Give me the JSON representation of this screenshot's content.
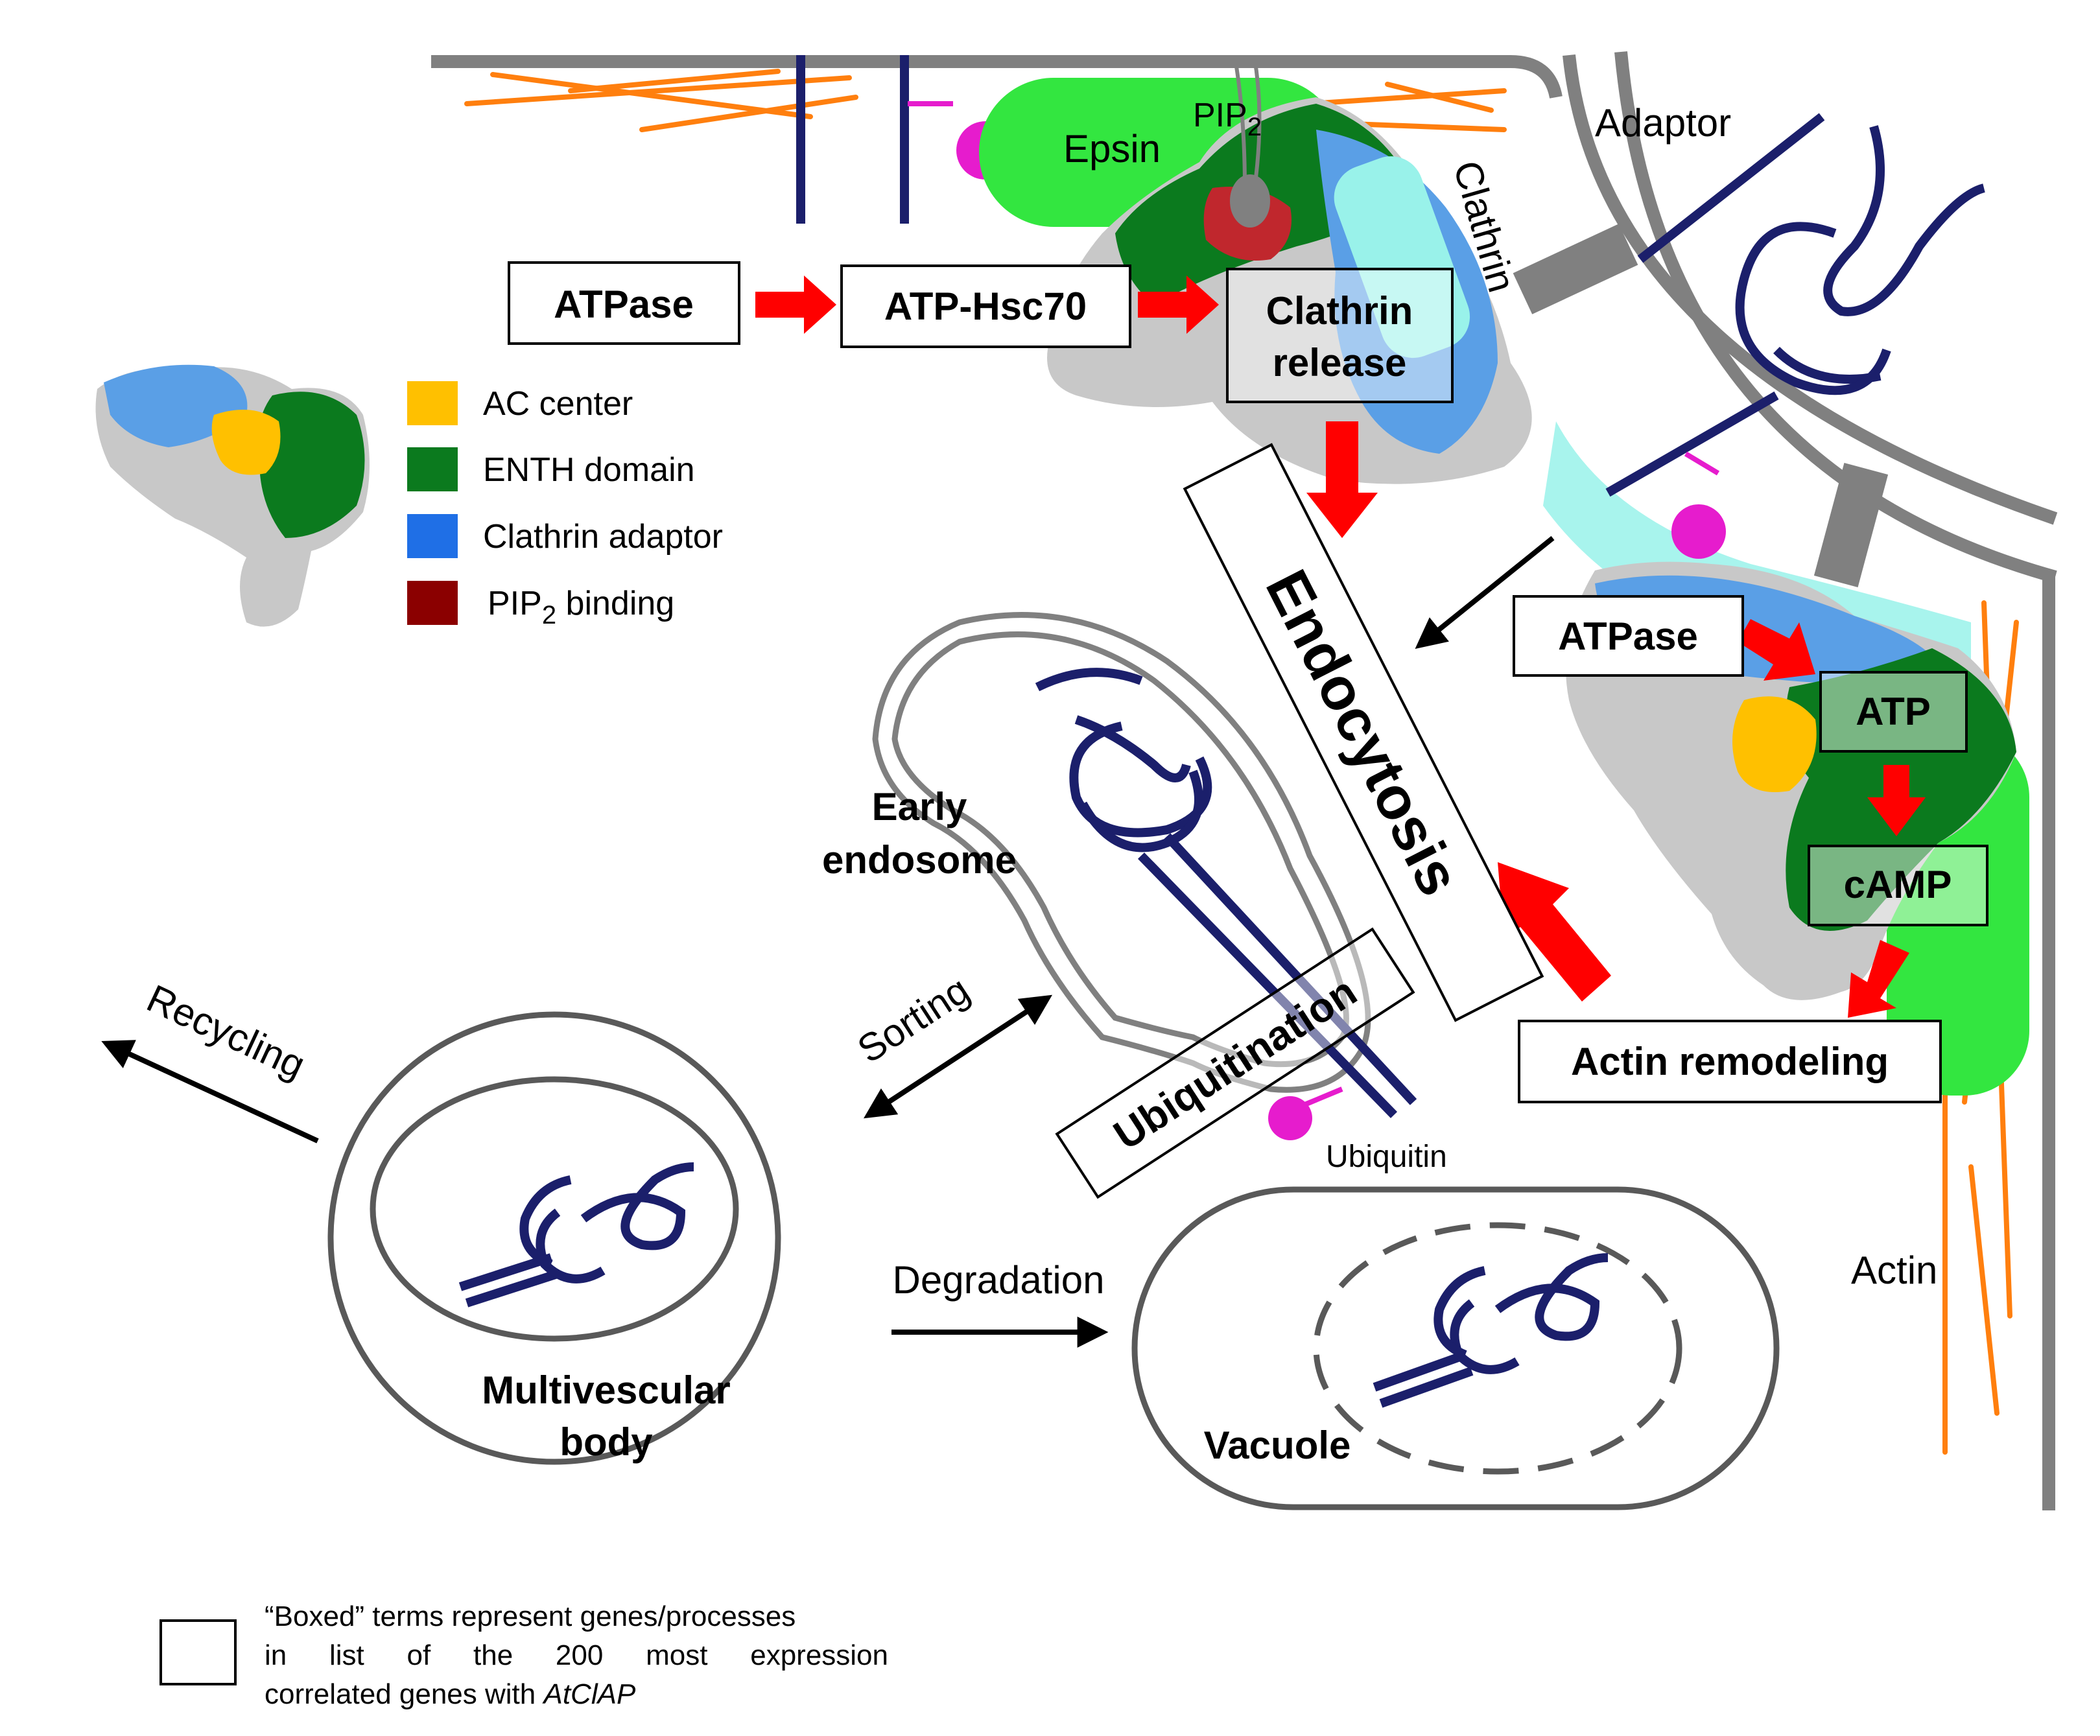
{
  "colors": {
    "membrane": "#808080",
    "receptor": "#1b1f6b",
    "actin": "#ff7f0e",
    "epsin": "#33e640",
    "clathrin": "#99f2ea",
    "ubiquitin": "#e61ccd",
    "red_arrow": "#ff0000",
    "ac_center": "#ffc000",
    "enth_domain": "#0b7a1e",
    "clathrin_adaptor": "#1f6fe6",
    "pip2_binding": "#8b0000"
  },
  "legend": [
    {
      "label": "AC center",
      "color": "#ffc000",
      "icon": "yellow-square"
    },
    {
      "label": "ENTH domain",
      "color": "#0b7a1e",
      "icon": "green-square"
    },
    {
      "label": "Clathrin adaptor",
      "color": "#1f6fe6",
      "icon": "blue-square"
    },
    {
      "label": "PIP",
      "sub": "2",
      "tail": " binding",
      "color": "#8b0000",
      "icon": "darkred-square"
    }
  ],
  "labels": {
    "pip2": "PIP",
    "pip2_sub": "2",
    "epsin": "Epsin",
    "adaptor": "Adaptor",
    "clathrin": "Clathrin",
    "actin": "Actin",
    "ubiquitin": "Ubiquitin",
    "early_endosome_1": "Early",
    "early_endosome_2": "endosome",
    "sorting": "Sorting",
    "recycling": "Recycling",
    "degradation": "Degradation",
    "multivesicular_1": "Multivescular",
    "multivesicular_2": "body",
    "vacuole": "Vacuole"
  },
  "boxes": {
    "atpase_top": "ATPase",
    "atp_hsc70": "ATP-Hsc70",
    "clathrin_release_1": "Clathrin",
    "clathrin_release_2": "release",
    "endocytosis": "Endocytosis",
    "atpase_right": "ATPase",
    "atp": "ATP",
    "camp": "cAMP",
    "actin_remodeling": "Actin remodeling",
    "ubiquitination": "Ubiquitination"
  },
  "footnote": {
    "line1": "“Boxed” terms represent genes/processes",
    "line2_words": [
      "in",
      "list",
      "of",
      "the",
      "200",
      "most",
      "expression"
    ],
    "line3_prefix": "correlated genes with ",
    "line3_italic": "AtClAP"
  }
}
